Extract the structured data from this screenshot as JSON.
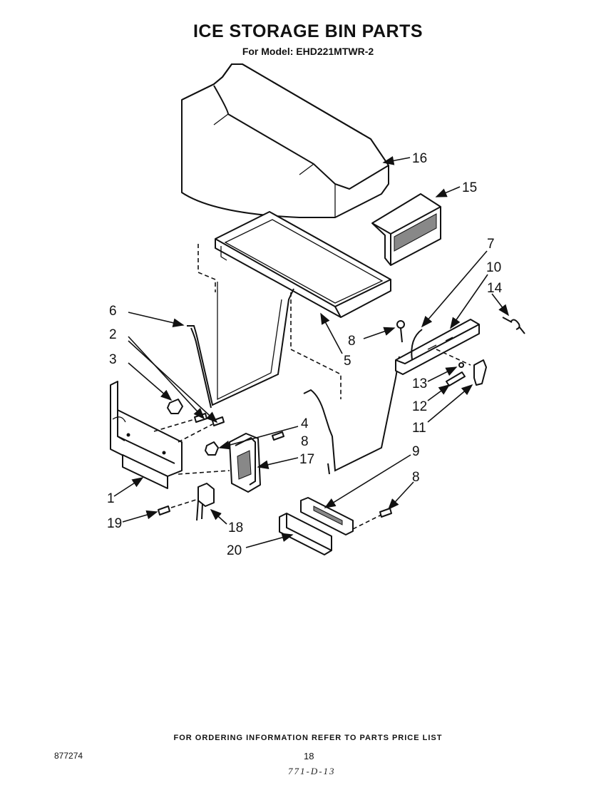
{
  "header": {
    "title": "ICE STORAGE BIN PARTS",
    "subtitle": "For Model: EHD221MTWR-2"
  },
  "footer": {
    "note": "FOR ORDERING INFORMATION REFER TO PARTS PRICE LIST",
    "doc_number": "877274",
    "page_number": "18",
    "handwritten": "771-D-13"
  },
  "callouts": [
    {
      "id": "c16",
      "label": "16"
    },
    {
      "id": "c15",
      "label": "15"
    },
    {
      "id": "c7",
      "label": "7"
    },
    {
      "id": "c10",
      "label": "10"
    },
    {
      "id": "c14",
      "label": "14"
    },
    {
      "id": "c6",
      "label": "6"
    },
    {
      "id": "c2",
      "label": "2"
    },
    {
      "id": "c3",
      "label": "3"
    },
    {
      "id": "c8a",
      "label": "8"
    },
    {
      "id": "c5",
      "label": "5"
    },
    {
      "id": "c13",
      "label": "13"
    },
    {
      "id": "c12",
      "label": "12"
    },
    {
      "id": "c11",
      "label": "11"
    },
    {
      "id": "c4",
      "label": "4"
    },
    {
      "id": "c8b",
      "label": "8"
    },
    {
      "id": "c17",
      "label": "17"
    },
    {
      "id": "c9",
      "label": "9"
    },
    {
      "id": "c8c",
      "label": "8"
    },
    {
      "id": "c1",
      "label": "1"
    },
    {
      "id": "c19",
      "label": "19"
    },
    {
      "id": "c18",
      "label": "18"
    },
    {
      "id": "c20",
      "label": "20"
    }
  ]
}
